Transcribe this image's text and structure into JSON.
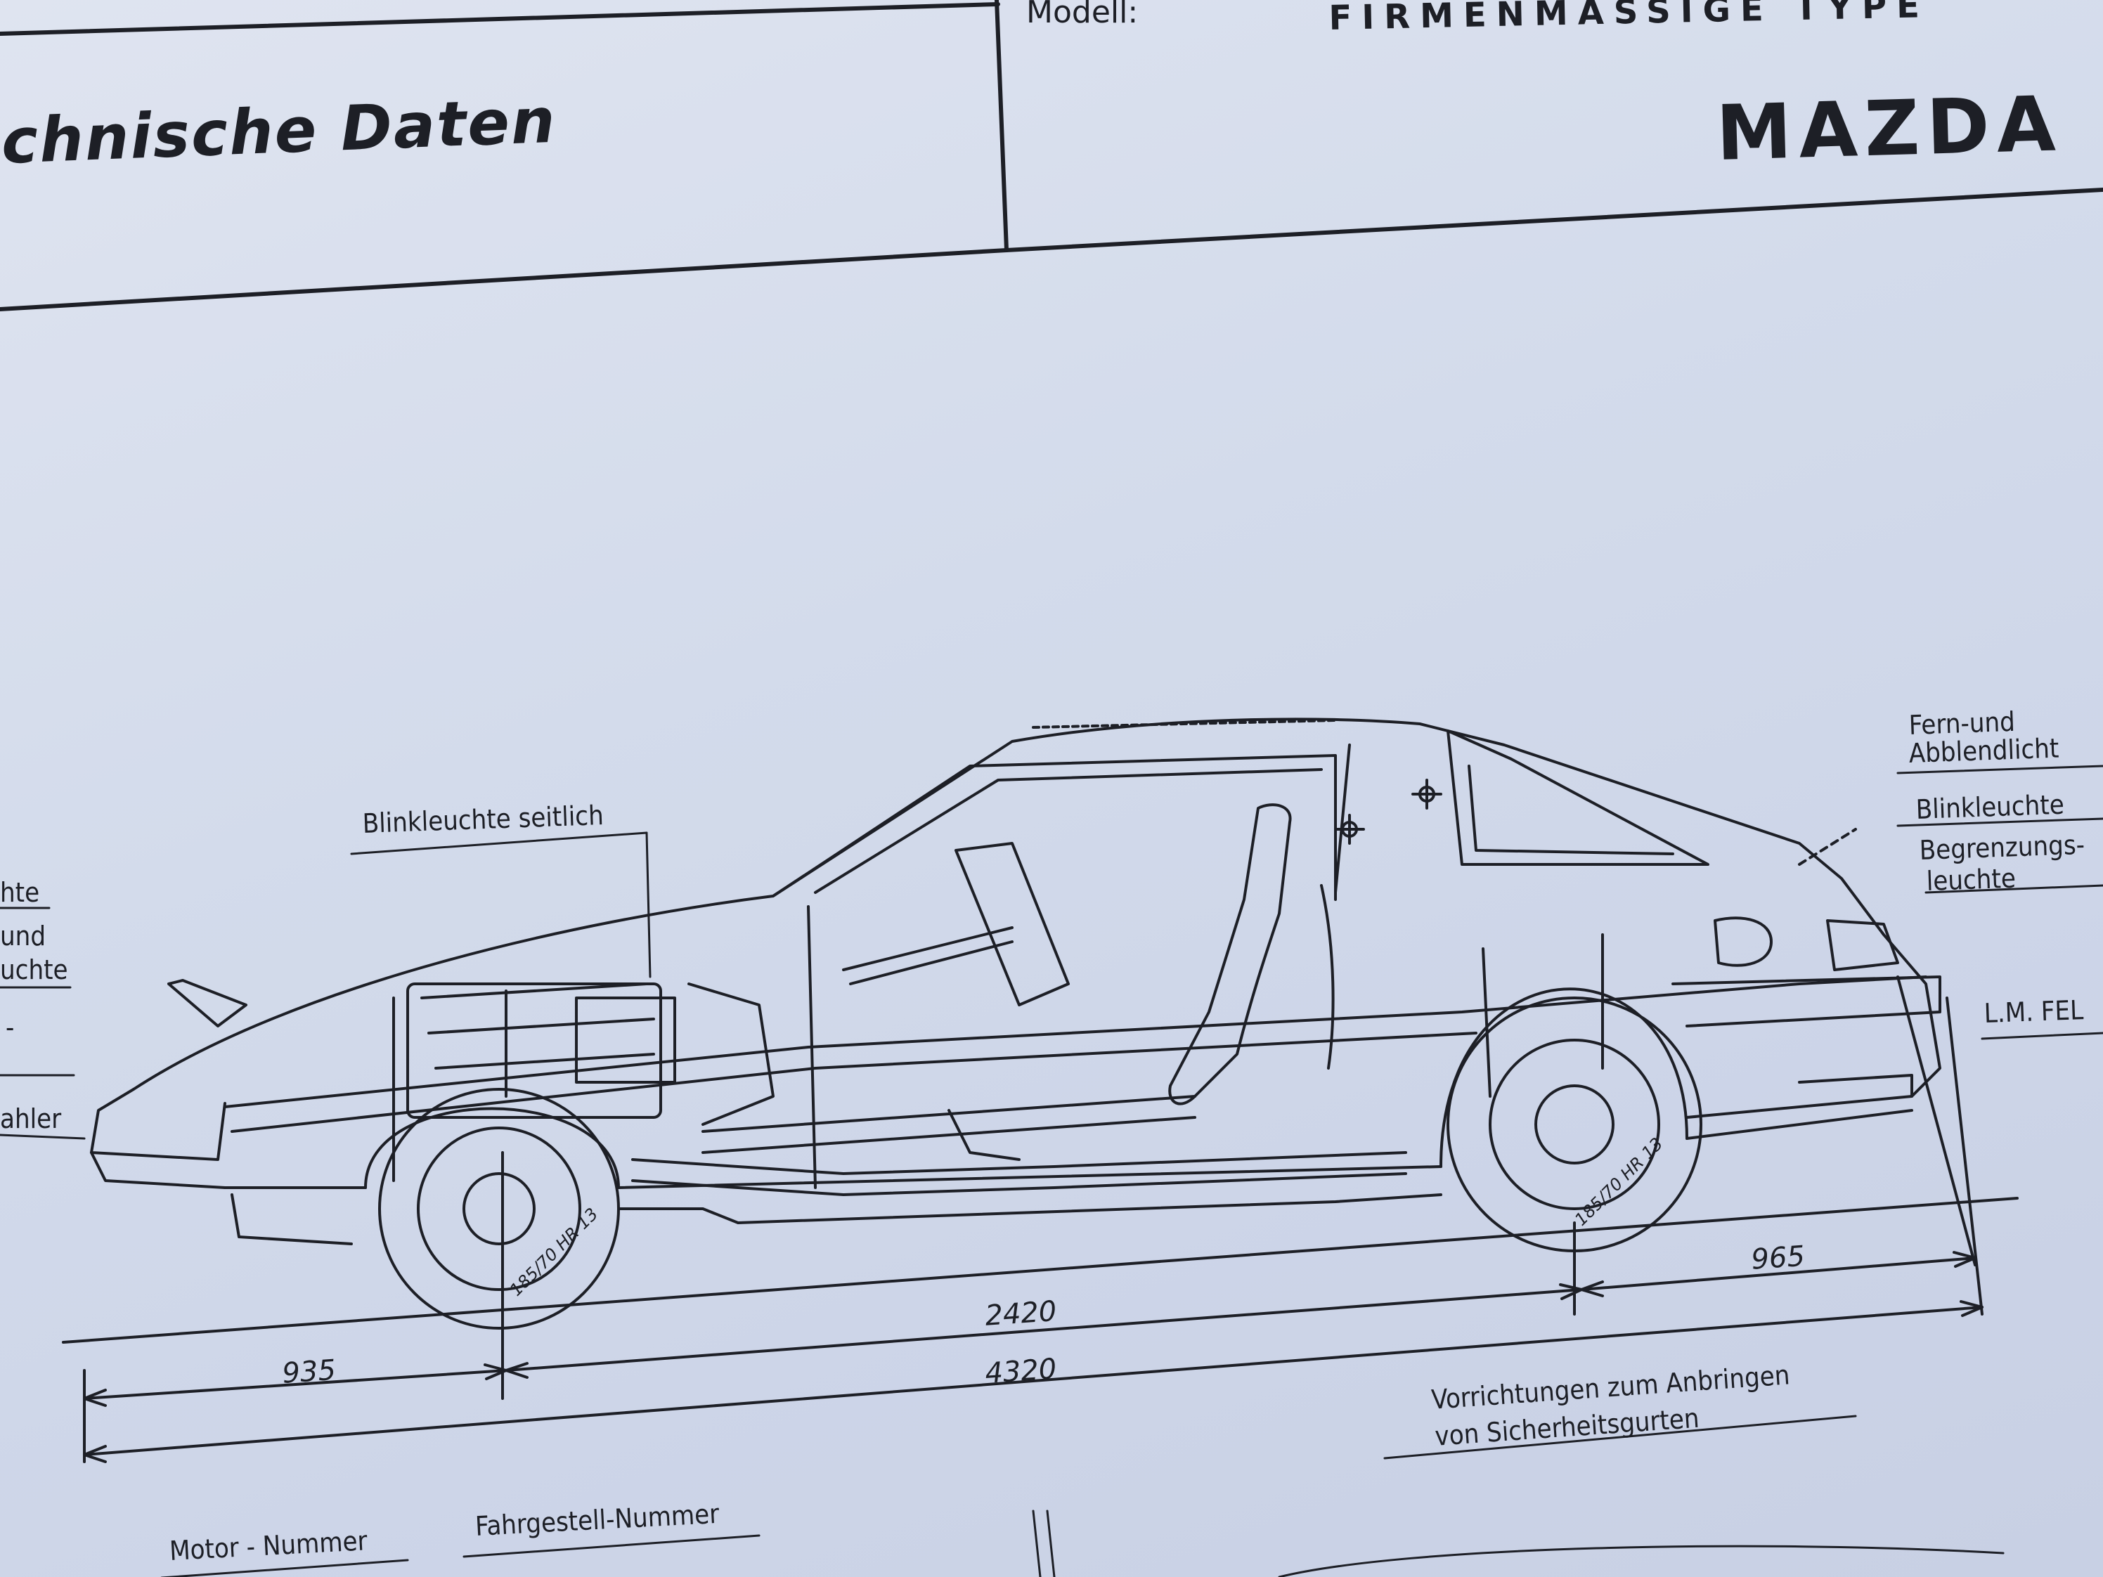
{
  "header": {
    "title_fragment": "chnische Daten",
    "modell_label": "Modell:",
    "type_label_fragment": "FIRMENMÄSSIGE TYPE",
    "make_fragment": "MAZDA"
  },
  "callouts": {
    "left_1": "hte",
    "left_2a": "und",
    "left_2b": "uchte",
    "left_3": "-",
    "left_4": "ahler",
    "blinkleuchte_seitlich": "Blinkleuchte seitlich",
    "fern_und_a": "Fern-und",
    "fern_und_b": "Abblendlicht",
    "blinkleuchte": "Blinkleuchte",
    "begrenzung_a": "Begrenzungs-",
    "begrenzung_b": "leuchte",
    "lm_felge": "L.M. FEL",
    "tyre_front": "185/70 HR 13",
    "tyre_rear": "185/70 HR 13"
  },
  "dimensions": {
    "rear_overhang": "965",
    "wheelbase": "2420",
    "front_overhang": "935",
    "overall_length": "4320"
  },
  "footer": {
    "seatbelt_a": "Vorrichtungen zum Anbringen",
    "seatbelt_b": "von Sicherheitsgurten",
    "motor_nummer": "Motor - Nummer",
    "fahrgestell_nummer": "Fahrgestell-Nummer"
  },
  "colors": {
    "paper": "#d3dbeb",
    "ink": "#1d1f26"
  }
}
